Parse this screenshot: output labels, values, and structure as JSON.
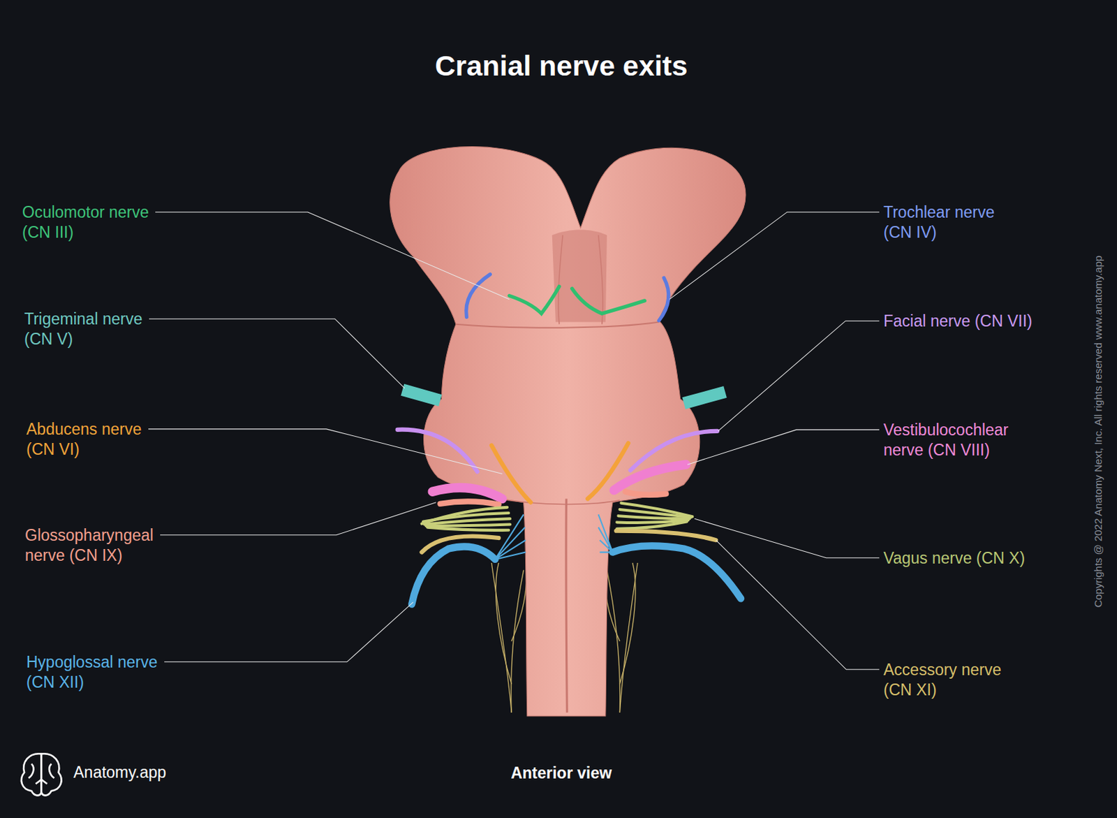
{
  "diagram": {
    "title": "Cranial nerve exits",
    "caption": "Anterior view",
    "labels": [
      "Oculomotor nerve (CN III)",
      "Trochlear nerve (CN IV)",
      "Trigeminal nerve (CN V)",
      "Facial nerve (CN VII)",
      "Abducens nerve (CN VI)",
      "Vestibulocochlear nerve (CN VIII)",
      "Glossopharyngeal nerve (CN IX)",
      "Vagus nerve (CN X)",
      "Hypoglossal nerve (CN XII)",
      "Accessory nerve (CN XI)",
      "Anatomy.app",
      "Copyrights @ 2022 Anatomy Next, Inc. All rights reserved www.anatomy.app"
    ]
  }
}
